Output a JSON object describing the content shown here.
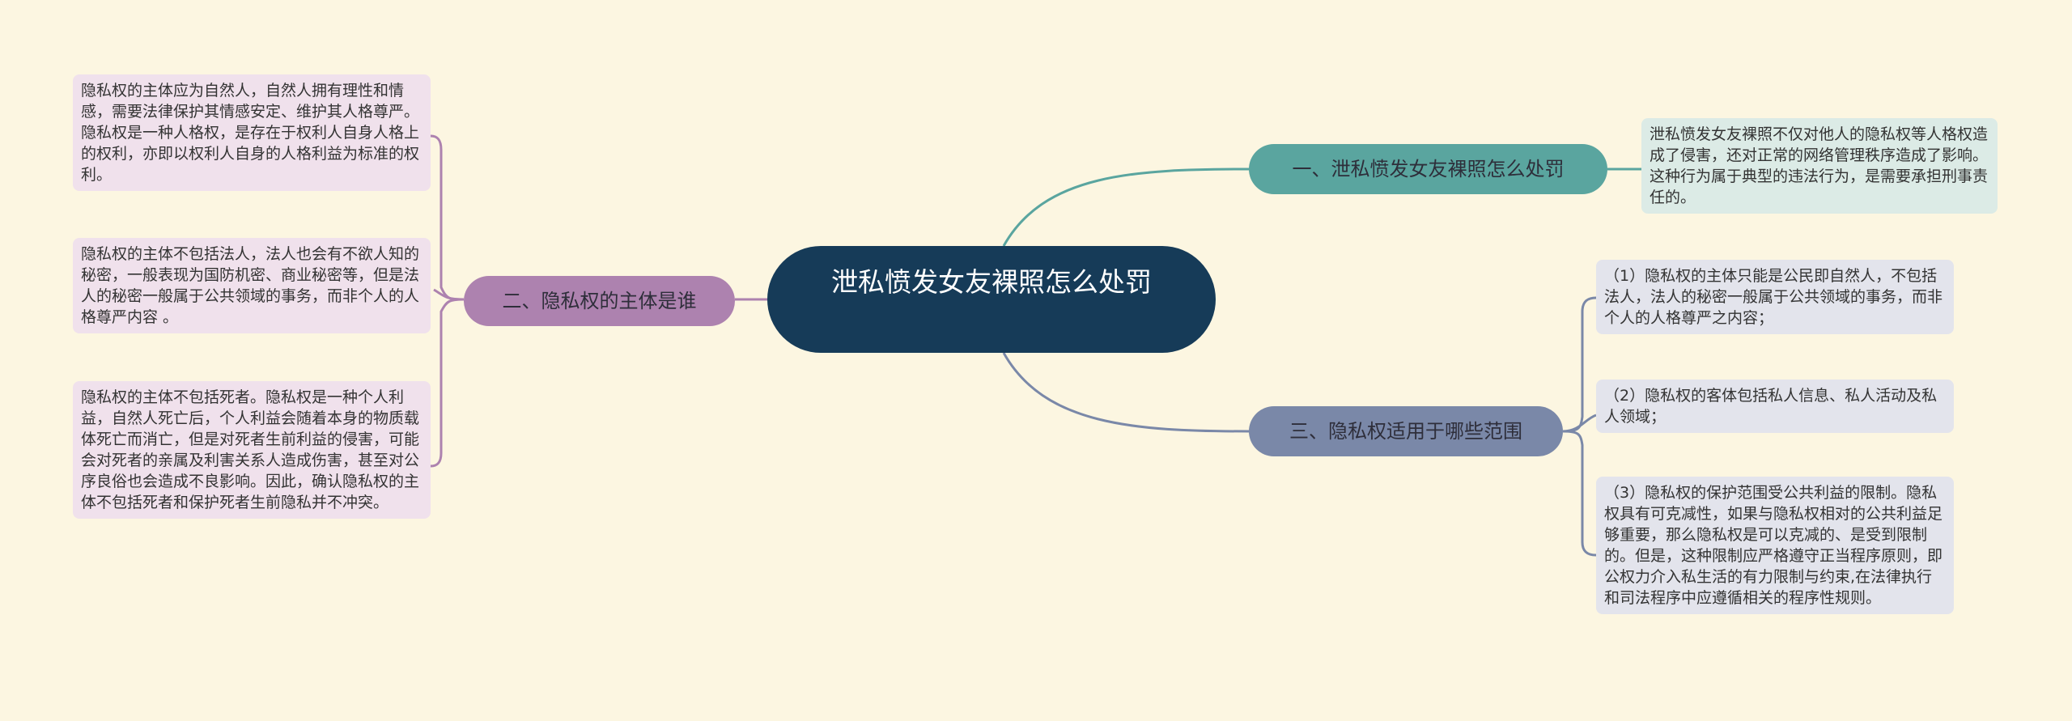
{
  "center": {
    "title": "泄私愤发女友裸照怎么处罚"
  },
  "branches": [
    {
      "label": "一、泄私愤发女友裸照怎么处罚",
      "color": "#5aa59f",
      "leaves": [
        "泄私愤发女友裸照不仅对他人的隐私权等人格权造成了侵害，还对正常的网络管理秩序造成了影响。这种行为属于典型的违法行为，是需要承担刑事责任的。"
      ]
    },
    {
      "label": "二、隐私权的主体是谁",
      "color": "#ad82af",
      "leaves": [
        "隐私权的主体应为自然人，自然人拥有理性和情感，需要法律保护其情感安定、维护其人格尊严。隐私权是一种人格权，是存在于权利人自身人格上的权利，亦即以权利人自身的人格利益为标准的权利。",
        "隐私权的主体不包括法人，法人也会有不欲人知的秘密，一般表现为国防机密、商业秘密等，但是法人的秘密一般属于公共领域的事务，而非个人的人格尊严内容 。",
        "隐私权的主体不包括死者。隐私权是一种个人利益，自然人死亡后，个人利益会随着本身的物质载体死亡而消亡，但是对死者生前利益的侵害，可能会对死者的亲属及利害关系人造成伤害，甚至对公序良俗也会造成不良影响。因此，确认隐私权的主体不包括死者和保护死者生前隐私并不冲突。"
      ]
    },
    {
      "label": "三、隐私权适用于哪些范围",
      "color": "#7a88a8",
      "leaves": [
        "（1）隐私权的主体只能是公民即自然人，不包括法人，法人的秘密一般属于公共领域的事务，而非个人的人格尊严之内容；",
        "（2）隐私权的客体包括私人信息、私人活动及私人领域；",
        "（3）隐私权的保护范围受公共利益的限制。隐私权具有可克减性，如果与隐私权相对的公共利益足够重要，那么隐私权是可以克减的、是受到限制的。但是，这种限制应严格遵守正当程序原则，即公权力介入私生活的有力限制与约束,在法律执行和司法程序中应遵循相关的程序性规则。"
      ]
    }
  ]
}
